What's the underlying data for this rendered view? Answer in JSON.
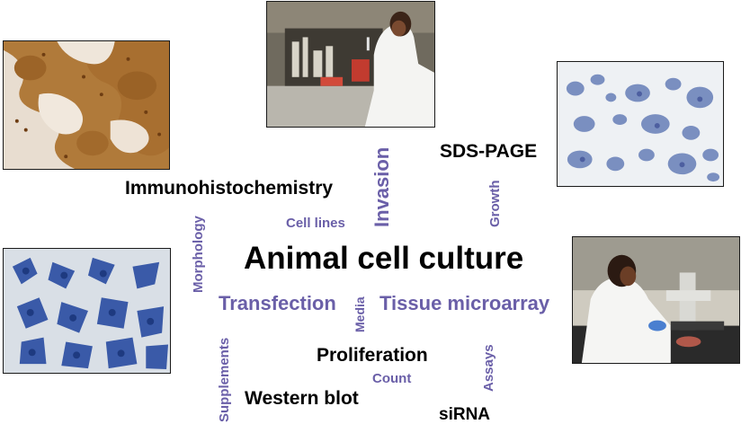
{
  "title": "Animal cell culture",
  "words": {
    "immunohistochemistry": "Immunohistochemistry",
    "invasion": "Invasion",
    "sds_page": "SDS-PAGE",
    "growth": "Growth",
    "cell_lines": "Cell lines",
    "morphology": "Morphology",
    "transfection": "Transfection",
    "media": "Media",
    "tissue_microarray": "Tissue microarray",
    "supplements": "Supplements",
    "proliferation": "Proliferation",
    "count": "Count",
    "assays": "Assays",
    "western_blot": "Western blot",
    "sirna": "siRNA"
  },
  "colors": {
    "accent": "#6a5fa8",
    "text": "#000000"
  },
  "images": {
    "tissue_stain": "histology-stained-tissue",
    "lab_hood": "scientist-at-biosafety-cabinet",
    "cell_colonies": "stained-cell-colonies",
    "blue_cells": "blue-stained-cells",
    "microscope": "scientist-at-microscope"
  }
}
